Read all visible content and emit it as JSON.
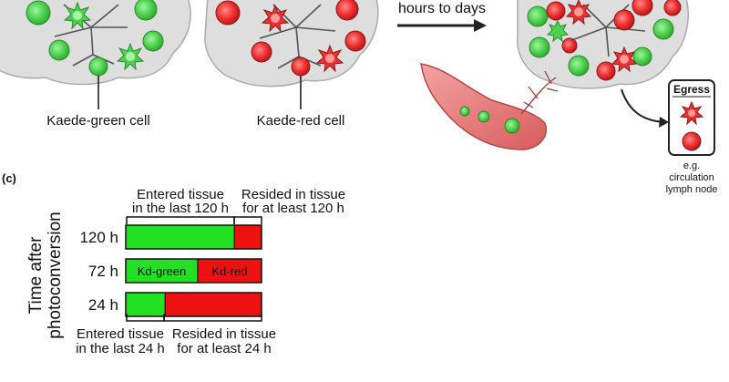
{
  "top": {
    "green_cell_label": "Kaede-green cell",
    "red_cell_label": "Kaede-red cell",
    "time_label": "hours to days",
    "egress_title": "Egress",
    "egress_caption": [
      "e.g.",
      "circulation",
      "lymph node"
    ]
  },
  "panel_c": {
    "panel_letter": "(c)",
    "y_axis_title": [
      "Time after",
      "photoconversion"
    ],
    "top_brackets": {
      "left": [
        "Entered tissue",
        "in the last 120 h"
      ],
      "right": [
        "Resided in tissue",
        "for at least 120 h"
      ]
    },
    "bottom_brackets": {
      "left": [
        "Entered tissue",
        "in the last 24 h"
      ],
      "right": [
        "Resided in tissue",
        "for at least 24 h"
      ]
    },
    "bars": [
      {
        "label": "120 h",
        "green_fraction": 0.8,
        "green_text": "",
        "red_text": ""
      },
      {
        "label": "72 h",
        "green_fraction": 0.53,
        "green_text": "Kd-green",
        "red_text": "Kd-red"
      },
      {
        "label": "24 h",
        "green_fraction": 0.29,
        "green_text": "",
        "red_text": ""
      }
    ],
    "colors": {
      "green": "#22e022",
      "red": "#ee1111"
    }
  }
}
